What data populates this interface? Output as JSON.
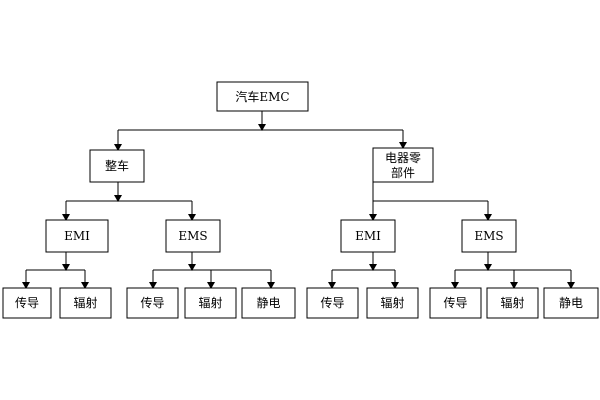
{
  "diagram": {
    "root": {
      "label": "汽车EMC"
    },
    "vehicle": {
      "label": "整车"
    },
    "component": {
      "line1": "电器零",
      "line2": "部件"
    },
    "vehicle_emi": {
      "label": "EMI"
    },
    "vehicle_ems": {
      "label": "EMS"
    },
    "component_emi": {
      "label": "EMI"
    },
    "component_ems": {
      "label": "EMS"
    },
    "vehicle_emi_children": [
      "传导",
      "辐射"
    ],
    "vehicle_ems_children": [
      "传导",
      "辐射",
      "静电"
    ],
    "component_emi_children": [
      "传导",
      "辐射"
    ],
    "component_ems_children": [
      "传导",
      "辐射",
      "静电"
    ]
  }
}
